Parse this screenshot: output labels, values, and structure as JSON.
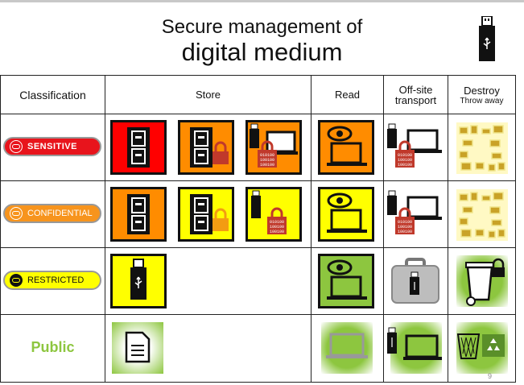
{
  "title": {
    "line1": "Secure management of",
    "line2": "digital medium"
  },
  "columns": {
    "classification": "Classification",
    "store": "Store",
    "read": "Read",
    "offsite": "Off-site transport",
    "destroy": "Destroy",
    "destroy_sub": "Throw away"
  },
  "rows": [
    {
      "label": "SENSITIVE",
      "badge_color": "#e8141c",
      "text_color": "#ffffff"
    },
    {
      "label": "CONFIDENTIAL",
      "badge_color": "#f7941d",
      "text_color": "#ffffff"
    },
    {
      "label": "RESTRICTED",
      "badge_color": "#ffff00",
      "text_color": "#111111"
    },
    {
      "label": "Public",
      "text_color": "#8dc63f"
    }
  ],
  "colors": {
    "red": "#ff0000",
    "orange": "#ff8c00",
    "yellow": "#ffff00",
    "green": "#8dc63f",
    "lock": "#c0392b",
    "lock_orange": "#f39c12"
  },
  "icons": [
    "usb-icon",
    "cabinet-icon",
    "lock-icon",
    "laptop-icon",
    "eye-icon",
    "binary-code-icon",
    "shredded-paper-icon",
    "suitcase-icon",
    "trash-bin-icon",
    "document-icon",
    "recycle-icon"
  ],
  "binary": [
    "010100",
    "100100",
    "100100"
  ],
  "page_number": "9"
}
